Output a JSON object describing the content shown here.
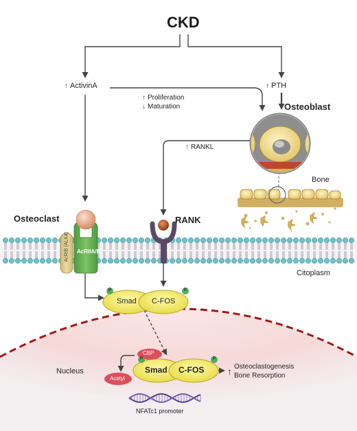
{
  "title": "CKD",
  "labels": {
    "activin": "ActivinA",
    "pth": "PTH",
    "proliferation": "Proliferation",
    "maturation": "Maturation",
    "osteoblast": "Osteoblast",
    "rankl": "RANKL",
    "bone": "Bone",
    "osteoclast": "Osteoclast",
    "rank": "RANK",
    "acrii": "AcRIIA/B",
    "acrib": "AcRIB (ALK4)",
    "citoplasm": "Citoplasm",
    "smad": "Smad",
    "cfos": "C-FOS",
    "p": "P",
    "nucleus": "Nucleus",
    "cbp": "CBP",
    "acetyl": "Acetyl",
    "osteoclastogenesis": "Osteoclastogenesis",
    "bone_resorption": "Bone Resorption",
    "nfatc1": "NFATc1 promoter"
  },
  "colors": {
    "arrow": "#444444",
    "smad_fill": "#f2ea6a",
    "phospho": "#4fae5a",
    "receptor_green": "#5aa34a",
    "rank_purple": "#5a4a66",
    "ligand_orange": "#e8a07a",
    "cbp_red": "#d9505a",
    "nucleus_dash": "#a01818",
    "membrane_head": "#6fc0c8",
    "bone_tan": "#c9a14a"
  },
  "icons": {
    "up_arrow": "up-arrow-icon",
    "down_arrow": "down-arrow-icon"
  }
}
